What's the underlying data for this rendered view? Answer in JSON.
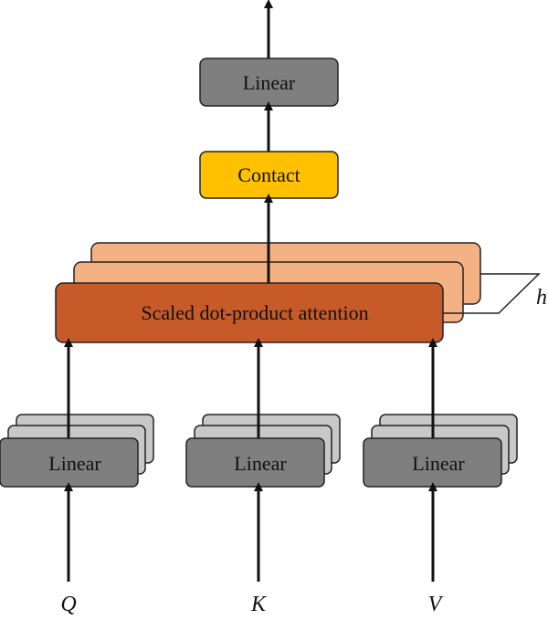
{
  "diagram": {
    "output_linear_label": "Linear",
    "concat_label": "Contact",
    "attention_label": "Scaled dot-product attention",
    "heads_label": "h",
    "inputs": [
      {
        "linear_label": "Linear",
        "input_label": "Q"
      },
      {
        "linear_label": "Linear",
        "input_label": "K"
      },
      {
        "linear_label": "Linear",
        "input_label": "V"
      }
    ]
  },
  "colors": {
    "linear_fill": "#7f7f7f",
    "linear_stack_fill": "#c8c8c8",
    "concat_fill": "#fec000",
    "attention_fill": "#c65a28",
    "attention_stack_fill": "#f4b183",
    "stroke": "#222222"
  }
}
